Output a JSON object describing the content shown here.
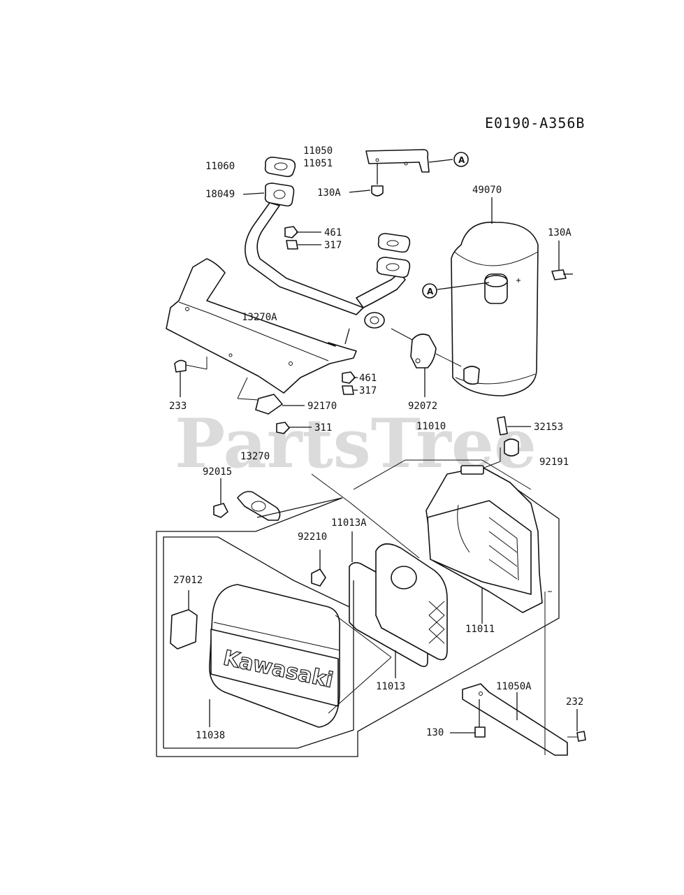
{
  "diagram_code": "E0190-A356B",
  "watermark": "PartsTree",
  "brand_text": "Kawasaki",
  "labels": {
    "l11060": "11060",
    "l11050": "11050",
    "l11051": "11051",
    "l130A_top": "130A",
    "l18049": "18049",
    "l461_top": "461",
    "l317_top": "317",
    "l49070": "49070",
    "l130A_right": "130A",
    "l13270A": "13270A",
    "l461_mid": "461",
    "l317_mid": "317",
    "l233": "233",
    "l92170": "92170",
    "l92072": "92072",
    "l311": "311",
    "l11010": "11010",
    "l32153": "32153",
    "l13270": "13270",
    "l92191": "92191",
    "l92015": "92015",
    "l11013A": "11013A",
    "l92210": "92210",
    "l27012": "27012",
    "l11011": "11011",
    "l11013": "11013",
    "l11050A": "11050A",
    "l232": "232",
    "l130": "130",
    "l11038": "11038"
  },
  "callouts": {
    "a_top": "A",
    "a_mid": "A"
  }
}
